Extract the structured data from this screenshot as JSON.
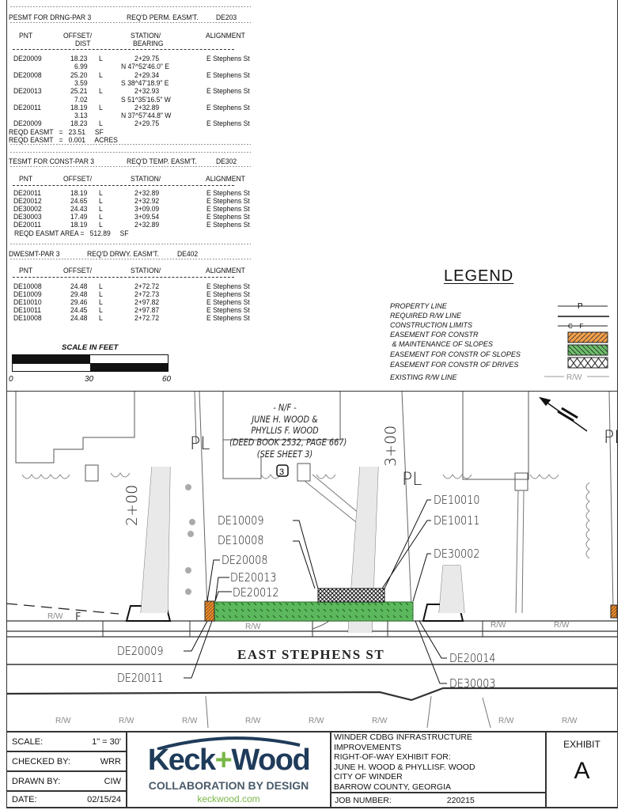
{
  "easement_tables": [
    {
      "title": "PESMT FOR DRNG-PAR 3",
      "requirement": "REQ'D PERM. EASM'T.",
      "code": "DE203",
      "columns": [
        "PNT",
        "OFFSET/",
        "STATION/",
        "ALIGNMENT"
      ],
      "columns_sub": [
        "",
        "DIST",
        "BEARING",
        ""
      ],
      "rows": [
        [
          "DE20009",
          "18.23",
          "L",
          "2+29.75",
          "E Stephens St"
        ],
        [
          "",
          "6.99",
          "",
          "N 47^52'46.0\" E",
          ""
        ],
        [
          "DE20008",
          "25.20",
          "L",
          "2+29.34",
          "E Stephens St"
        ],
        [
          "",
          "3.59",
          "",
          "S 38^47'18.9\" E",
          ""
        ],
        [
          "DE20013",
          "25.21",
          "L",
          "2+32.93",
          "E Stephens St"
        ],
        [
          "",
          "7.02",
          "",
          "S 51^35'16.5\" W",
          ""
        ],
        [
          "DE20011",
          "18.19",
          "L",
          "2+32.89",
          "E Stephens St"
        ],
        [
          "",
          "3.13",
          "",
          "N 37^57'44.8\" W",
          ""
        ],
        [
          "DE20009",
          "18.23",
          "L",
          "2+29.75",
          "E Stephens St"
        ]
      ],
      "totals": [
        "REQD EASMT   =   23.51     SF",
        "REQD EASMT   =   0.001     ACRES"
      ]
    },
    {
      "title": "TESMT FOR CONST-PAR 3",
      "requirement": "REQ'D TEMP. EASM'T.",
      "code": "DE302",
      "columns": [
        "PNT",
        "OFFSET/",
        "STATION/",
        "ALIGNMENT"
      ],
      "rows": [
        [
          "DE20011",
          "18.19",
          "L",
          "2+32.89",
          "E Stephens St"
        ],
        [
          "DE20012",
          "24.65",
          "L",
          "2+32.92",
          "E Stephens St"
        ],
        [
          "DE30002",
          "24.43",
          "L",
          "3+09.09",
          "E Stephens St"
        ],
        [
          "DE30003",
          "17.49",
          "L",
          "3+09.54",
          "E Stephens St"
        ],
        [
          "DE20011",
          "18.19",
          "L",
          "2+32.89",
          "E Stephens St"
        ]
      ],
      "totals": [
        "REQD EASMT AREA =   512.89     SF"
      ]
    },
    {
      "title": "DWESMT-PAR 3",
      "requirement": "REQ'D DRWY. EASM'T.",
      "code": "DE402",
      "columns": [
        "PNT",
        "OFFSET/",
        "STATION/",
        "ALIGNMENT"
      ],
      "rows": [
        [
          "DE10008",
          "24.48",
          "L",
          "2+72.72",
          "E Stephens St"
        ],
        [
          "DE10009",
          "29.48",
          "L",
          "2+72.73",
          "E Stephens St"
        ],
        [
          "DE10010",
          "29.46",
          "L",
          "2+97.82",
          "E Stephens St"
        ],
        [
          "DE10011",
          "24.45",
          "L",
          "2+97.87",
          "E Stephens St"
        ],
        [
          "DE10008",
          "24.48",
          "L",
          "2+72.72",
          "E Stephens St"
        ]
      ],
      "totals": []
    }
  ],
  "scale_bar": {
    "title": "SCALE IN FEET",
    "ticks": [
      "0",
      "30",
      "60"
    ]
  },
  "legend": {
    "title": "LEGEND",
    "items": [
      {
        "label": "PROPERTY LINE",
        "symbol": "property-line",
        "mark": "P"
      },
      {
        "label": "REQUIRED R/W LINE",
        "symbol": "solid-line"
      },
      {
        "label": "CONSTRUCTION LIMITS",
        "symbol": "cf-line",
        "mark": "C    F"
      },
      {
        "label": "EASEMENT FOR CONSTR\n & MAINTENANCE OF SLOPES",
        "symbol": "orange-hatch",
        "color": "#f5a04a"
      },
      {
        "label": "EASEMENT FOR CONSTR OF SLOPES",
        "symbol": "green-hatch",
        "color": "#6cbf6a"
      },
      {
        "label": "EASEMENT FOR CONSTR OF DRIVES",
        "symbol": "cross-hatch"
      },
      {
        "label": "EXISTING R/W LINE",
        "symbol": "rw-line",
        "mark": "R/W"
      }
    ]
  },
  "map": {
    "owner": [
      "- N/F -",
      "JUNE H. WOOD &",
      "PHYLLIS F. WOOD",
      "(DEED BOOK 2532, PAGE 667)",
      "(SEE SHEET 3)"
    ],
    "sheet_ref": "3",
    "street": "EAST STEPHENS ST",
    "stations": [
      "2+00",
      "3+00"
    ],
    "property_mark": "PL",
    "rw_mark": "R/W",
    "limit_mark": "F",
    "points": {
      "de10010": "DE10010",
      "de10011": "DE10011",
      "de10009": "DE10009",
      "de10008": "DE10008",
      "de30002": "DE30002",
      "de20008": "DE20008",
      "de20013": "DE20013",
      "de20012": "DE20012",
      "de20009": "DE20009",
      "de20014": "DE20014",
      "de20011": "DE20011",
      "de30003": "DE30003"
    },
    "colors": {
      "slopes": "#5cb85c",
      "maintenance": "#f08a24"
    }
  },
  "title_block": {
    "scale_label": "SCALE:",
    "scale_value": "1\" = 30'",
    "checked_label": "CHECKED BY:",
    "checked_value": "WRR",
    "drawn_label": "DRAWN BY:",
    "drawn_value": "CIW",
    "date_label": "DATE:",
    "date_value": "02/15/24",
    "logo": {
      "name_left": "Keck",
      "plus": "+",
      "name_right": "Wood",
      "tagline": "COLLABORATION BY DESIGN",
      "url": "keckwood.com",
      "brand_color": "#1f3b5a",
      "accent_color": "#7ab648"
    },
    "description": [
      "WINDER CDBG INFRASTRUCTURE",
      "IMPROVEMENTS",
      "RIGHT-OF-WAY EXHIBIT FOR:",
      "JUNE H. WOOD & PHYLLISF. WOOD",
      "CITY OF WINDER",
      "BARROW COUNTY, GEORGIA"
    ],
    "job_label": "JOB NUMBER:",
    "job_value": "220215",
    "exhibit_label": "EXHIBIT",
    "exhibit_value": "A"
  }
}
